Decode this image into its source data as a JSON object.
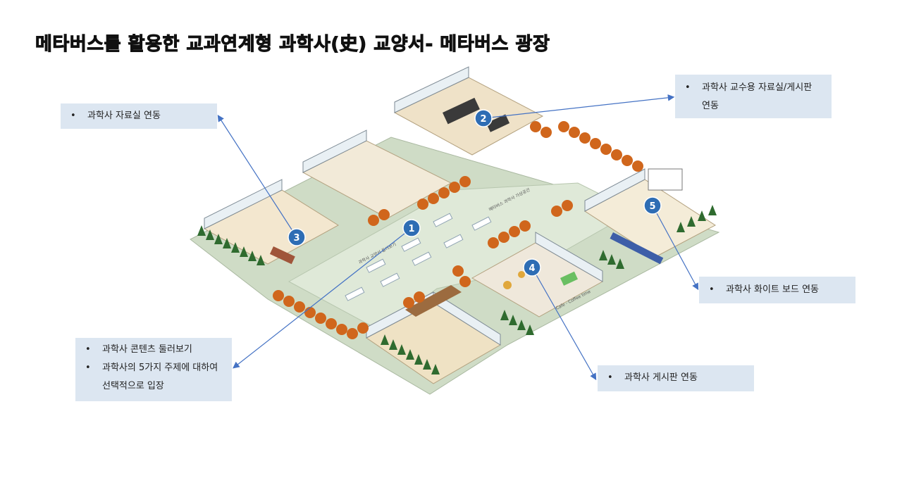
{
  "title": "메타버스를 활용한 교과연계형 과학사(史) 교양서- 메타버스 광장",
  "callouts": {
    "c1": [
      "과학사 콘텐츠 둘러보기",
      "과학사의 5가지 주제에 대하여 선택적으로 입장"
    ],
    "c2": [
      "과학사 교수용 자료실/게시판 연동"
    ],
    "c3": [
      "과학사 자료실 연동"
    ],
    "c4": [
      "과학사 게시판 연동"
    ],
    "c5": [
      "과학사 화이트 보드 연동"
    ]
  },
  "markers": [
    "1",
    "2",
    "3",
    "4",
    "5"
  ],
  "map_labels": {
    "plaza": "메타버스 과학사 가상공간",
    "corridor": "과학사 교양서 둘러보기",
    "cafe": "Cafe - Coffee time"
  },
  "colors": {
    "callout_bg": "#dce6f1",
    "marker": "#2e6db4",
    "arrow": "#4472c4",
    "floor": "#dfe9d8",
    "tree": "#d0661c",
    "pine": "#2f6b2f"
  }
}
